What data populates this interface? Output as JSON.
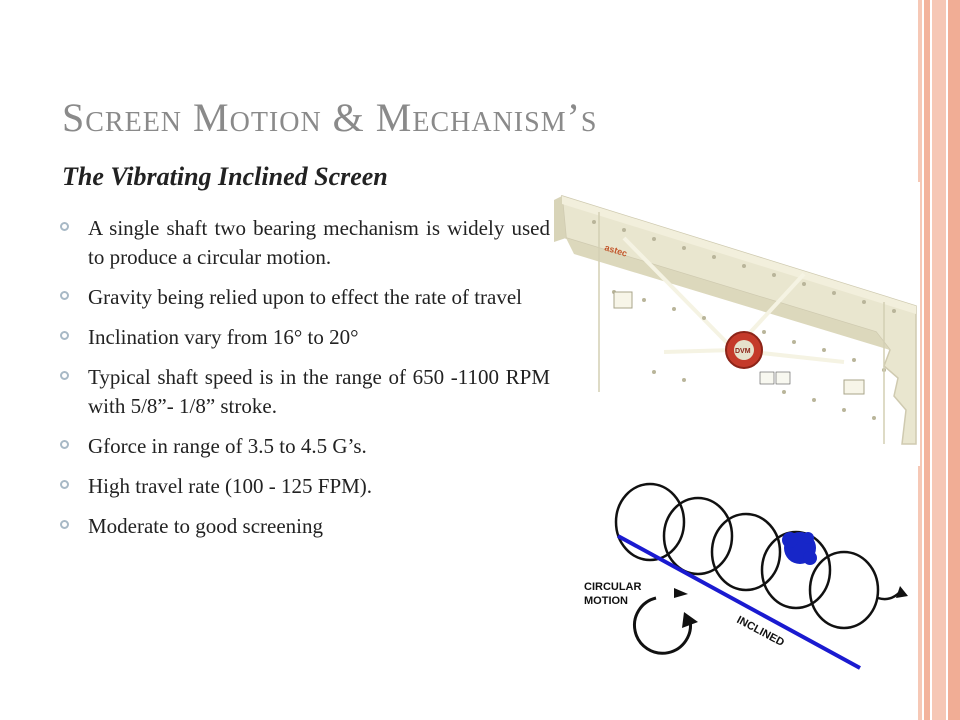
{
  "slide": {
    "title": "Screen Motion & Mechanism’s",
    "subtitle": "The Vibrating Inclined Screen",
    "bullets": [
      "A single shaft two bearing mechanism is widely used to produce a circular motion.",
      "Gravity being relied upon to effect the rate of travel",
      "Inclination vary from 16° to 20°",
      "Typical shaft speed is in the range of 650 -1100 RPM with 5/8”- 1/8” stroke.",
      "Gforce in range of 3.5 to 4.5 G’s.",
      "High travel rate (100 - 125 FPM).",
      "Moderate to good screening"
    ]
  },
  "images": {
    "screen_photo": {
      "brand_text": "astec",
      "badge_text": "DVM"
    },
    "motion_diagram": {
      "label_line1": "CIRCULAR",
      "label_line2": "MOTION",
      "deck_label": "INCLINED"
    }
  },
  "colors": {
    "title": "#8a8a8a",
    "stripe": "#f3b39c",
    "bullet_marker": "#a8b9c6",
    "deck_line": "#1a1ad0",
    "particle": "#1726c8",
    "screen_body": "#e9e6cf"
  }
}
